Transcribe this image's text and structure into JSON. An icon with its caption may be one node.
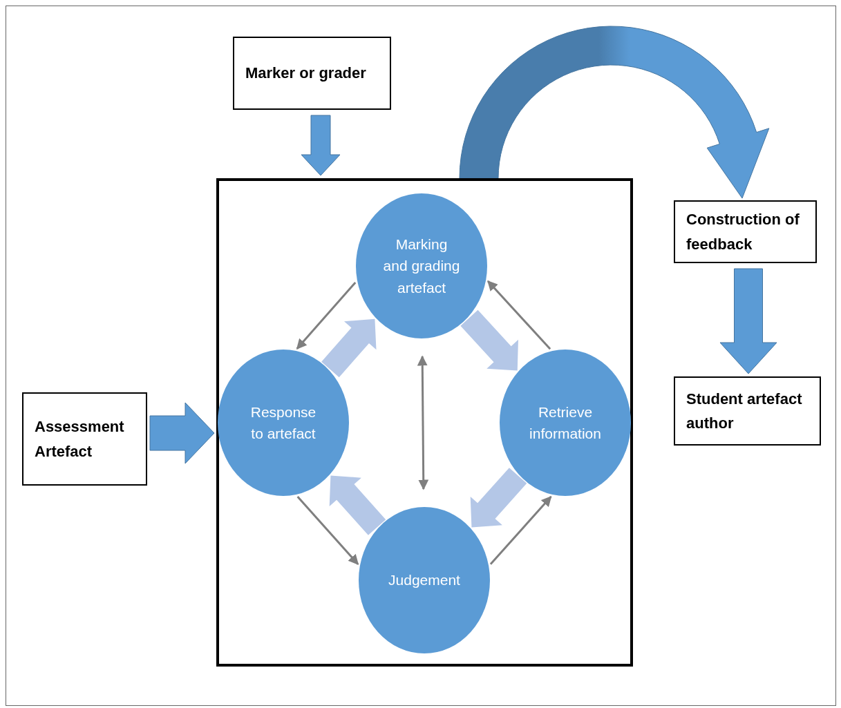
{
  "diagram": {
    "nodes": [
      {
        "text": [
          "Marker or grader"
        ]
      },
      {
        "text": [
          "Assessment Artefact"
        ]
      },
      {
        "text": [],
        "shape": "box"
      },
      {
        "text": [
          "Marking and grading artefact"
        ],
        "in": 2
      },
      {
        "text": [
          "Response to artefact"
        ],
        "in": 2
      },
      {
        "text": [
          "Retrieve information"
        ],
        "in": 2
      },
      {
        "text": [
          "Judgement"
        ],
        "in": 2
      },
      {
        "text": [
          "Construction of feedback"
        ]
      },
      {
        "text": [
          "Student artefact author"
        ]
      }
    ],
    "edges": [
      {
        "from": 0,
        "to": 2,
        "arrow": "to",
        "style": "thick",
        "color": "#5b9bd5"
      },
      {
        "from": 1,
        "to": 2,
        "arrow": "to",
        "style": "thick",
        "color": "#5b9bd5"
      },
      {
        "from": 2,
        "to": 7,
        "arrow": "to",
        "style": "thick",
        "color": "#5b9bd5"
      },
      {
        "from": 7,
        "to": 8,
        "arrow": "to",
        "style": "thick",
        "color": "#5b9bd5"
      },
      {
        "from": 3,
        "to": 4,
        "arrow": "to"
      },
      {
        "from": 4,
        "to": 6,
        "arrow": "to"
      },
      {
        "from": 6,
        "to": 5,
        "arrow": "to"
      },
      {
        "from": 5,
        "to": 3,
        "arrow": "to"
      },
      {
        "from": 3,
        "to": 6,
        "arrow": "both"
      },
      {
        "from": 4,
        "to": 3,
        "arrow": "to",
        "style": "thick",
        "color": "#b4c7e7"
      },
      {
        "from": 3,
        "to": 5,
        "arrow": "to",
        "style": "thick",
        "color": "#b4c7e7"
      },
      {
        "from": 5,
        "to": 6,
        "arrow": "to",
        "style": "thick",
        "color": "#b4c7e7"
      },
      {
        "from": 6,
        "to": 4,
        "arrow": "to",
        "style": "thick",
        "color": "#b4c7e7"
      }
    ]
  }
}
